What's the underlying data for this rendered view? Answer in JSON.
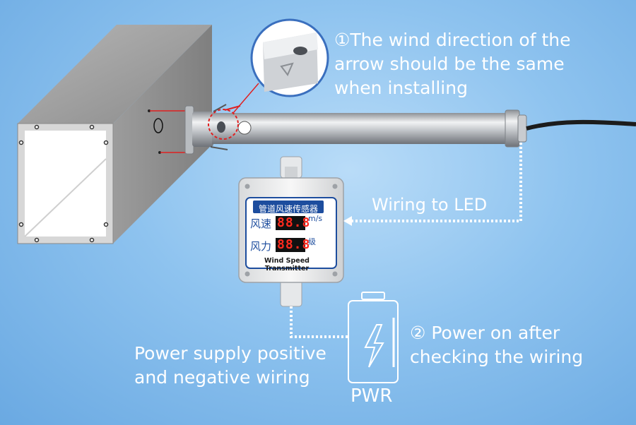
{
  "step1_text": "①The wind direction of the arrow should be the same when installing",
  "wiring_led_text": "Wiring to LED",
  "step2_text": "② Power on after checking the wiring",
  "supply_text": "Power supply positive and negative wiring",
  "pwr_label": "PWR",
  "transmitter": {
    "title_cn": "管道风速传感器",
    "row1_label": "风速",
    "row1_value": "88.8",
    "row1_unit": "m/s",
    "row2_label": "风力",
    "row2_value": "88.8",
    "row2_unit": "级",
    "model_en": "Wind Speed Transmitter"
  },
  "icons": [
    "zoom-circle-icon",
    "lightning-icon",
    "battery-icon",
    "arrow-indicator-icon"
  ],
  "colors": {
    "background": "#8ec3ef",
    "accent_red": "#e02020",
    "display_red": "#ff2a1e",
    "text": "#ffffff"
  }
}
